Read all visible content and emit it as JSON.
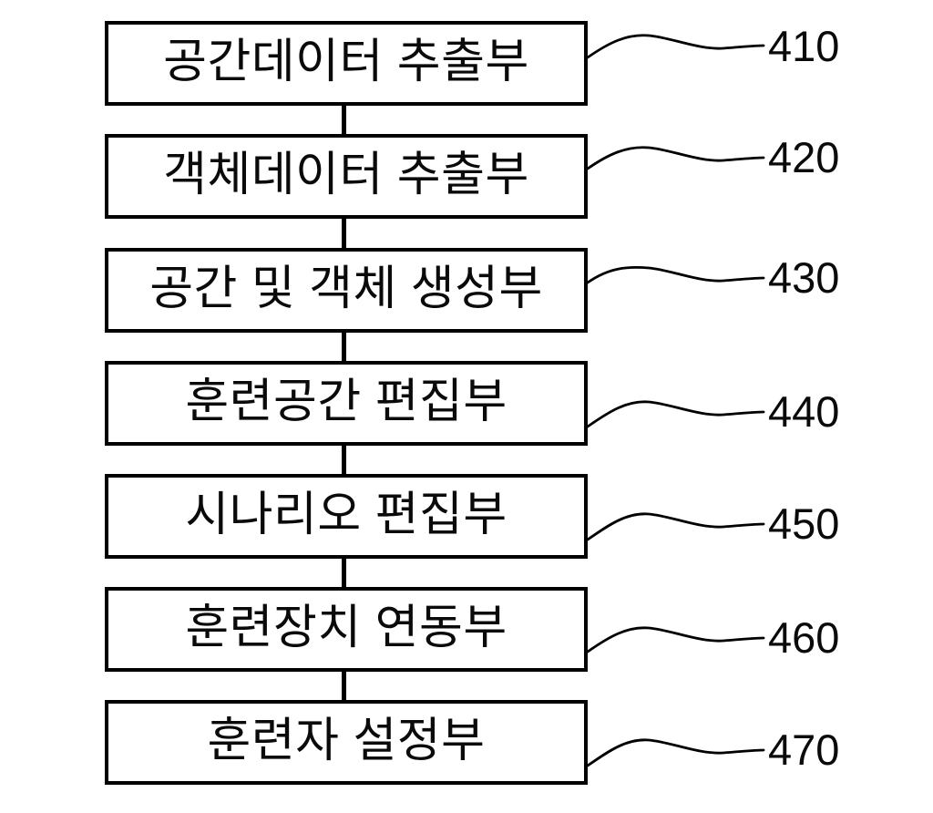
{
  "figure": {
    "type": "block-diagram",
    "background_color": "#ffffff",
    "line_color": "#000000",
    "boxes": [
      {
        "label": "공간데이터 추출부",
        "ref": "410"
      },
      {
        "label": "객체데이터 추출부",
        "ref": "420"
      },
      {
        "label": "공간 및 객체 생성부",
        "ref": "430"
      },
      {
        "label": "훈련공간 편집부",
        "ref": "440"
      },
      {
        "label": "시나리오 편집부",
        "ref": "450"
      },
      {
        "label": "훈련장치 연동부",
        "ref": "460"
      },
      {
        "label": "훈련자 설정부",
        "ref": "470"
      }
    ]
  }
}
